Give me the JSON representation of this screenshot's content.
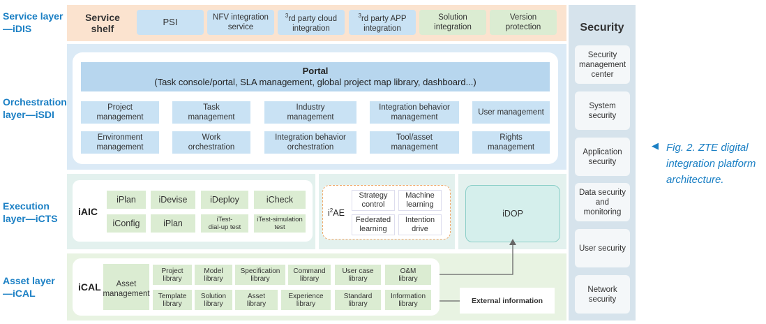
{
  "layers": {
    "service": "Service layer\n—iDIS",
    "orchestration": "Orchestration\nlayer—iSDI",
    "execution": "Execution\nlayer—iCTS",
    "asset": "Asset layer\n—iCAL"
  },
  "service_shelf": {
    "title": "Service\nshelf",
    "items": [
      "PSI",
      "NFV integration\nservice",
      "rd party cloud\nintegration",
      "rd party APP\nintegration",
      "Solution\nintegration",
      "Version\nprotection"
    ],
    "sup": "3"
  },
  "portal": {
    "title": "Portal",
    "subtitle": "(Task console/portal, SLA management, global project map library, dashboard...)"
  },
  "orchestration_items": [
    "Project\nmanagement",
    "Task\nmanagement",
    "Industry\nmanagement",
    "Integration behavior\nmanagement",
    "User management",
    "Environment\nmanagement",
    "Work\norchestration",
    "Integration behavior\norchestration",
    "Tool/asset\nmanagement",
    "Rights\nmanagement"
  ],
  "iaic": {
    "title": "iAIC",
    "items": [
      "iPlan",
      "iDevise",
      "iDeploy",
      "iCheck",
      "iConfig",
      "iPlan",
      "iTest-\ndial-up test",
      "iTest-simulation\ntest"
    ]
  },
  "i2ae": {
    "title": "AE",
    "prefix": "i",
    "sup": "2",
    "items": [
      "Strategy\ncontrol",
      "Machine\nlearning",
      "Federated\nlearning",
      "Intention\ndrive"
    ]
  },
  "idop": {
    "title": "iDOP"
  },
  "ical": {
    "title": "iCAL",
    "asset_mgmt": "Asset\nmanagement",
    "items": [
      "Project\nlibrary",
      "Model\nlibrary",
      "Specification\nlibrary",
      "Command\nlibrary",
      "User case\nlibrary",
      "O&M\nlibrary",
      "Template\nlibrary",
      "Solution\nlibrary",
      "Asset\nlibrary",
      "Experience\nlibrary",
      "Standard\nlibrary",
      "Information\nlibrary"
    ],
    "external": "External information"
  },
  "security": {
    "title": "Security",
    "items": [
      "Security\nmanagement\ncenter",
      "System\nsecurity",
      "Application\nsecurity",
      "Data security\nand\nmonitoring",
      "User security",
      "Network\nsecurity"
    ]
  },
  "caption": "Fig. 2. ZTE digital\nintegration platform\narchitecture.",
  "colors": {
    "accent": "#1a7fc4",
    "service_bg": "#fbe3cf",
    "orch_bg": "#dbeaf6",
    "exec_bg": "#e3f1ee",
    "asset_bg": "#e8f3e2",
    "security_bg": "#d6e3ec",
    "portal": "#b7d6ee"
  }
}
